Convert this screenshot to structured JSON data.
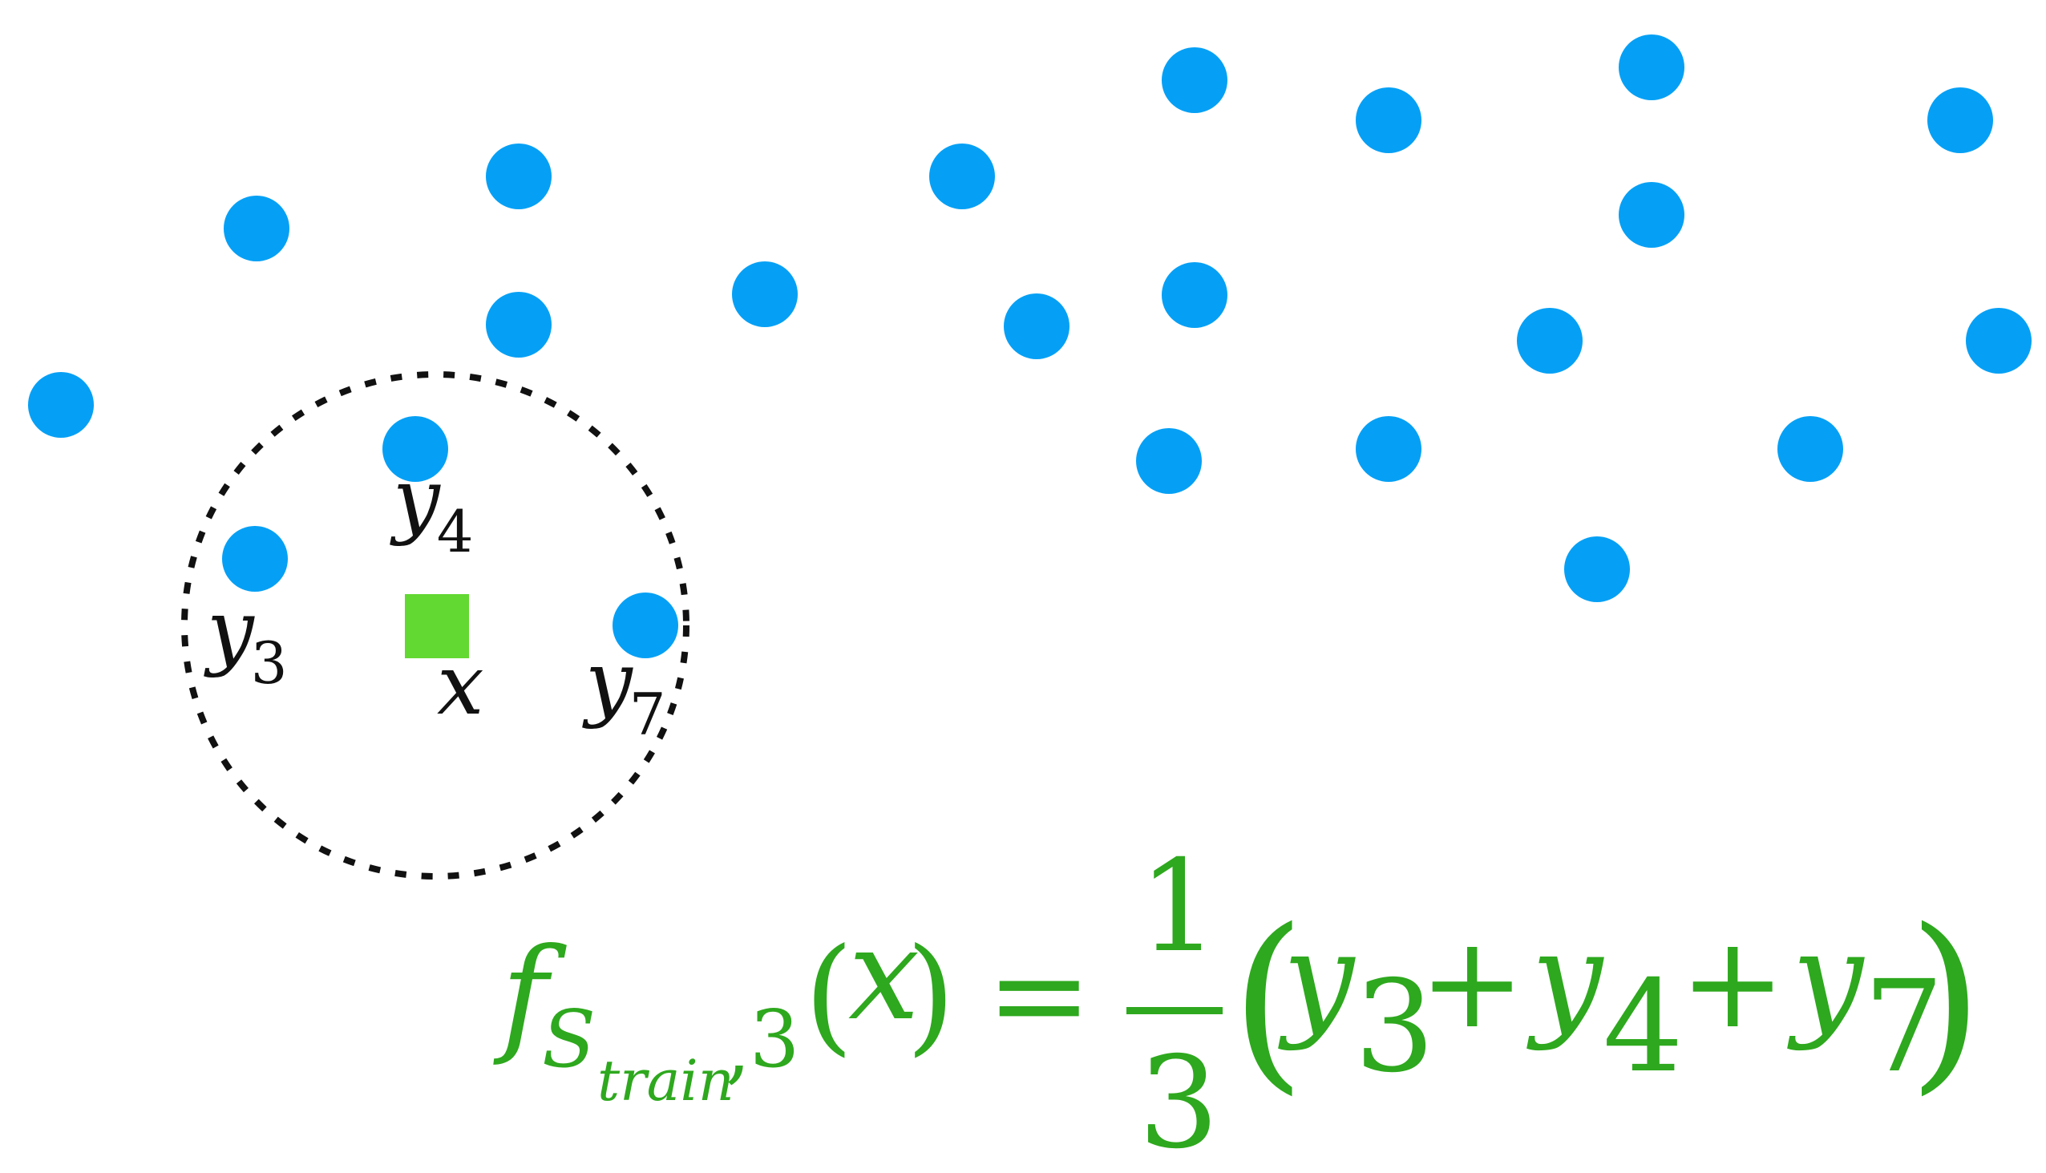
{
  "colors": {
    "point": "#05a0f5",
    "query": "#62d832",
    "formula": "#2ea81e",
    "label": "#111111",
    "neighborhood": "#111111"
  },
  "labels": {
    "y3": {
      "base": "y",
      "sub": "3"
    },
    "y4": {
      "base": "y",
      "sub": "4"
    },
    "y7": {
      "base": "y",
      "sub": "7"
    },
    "x": "x"
  },
  "formula": {
    "f": "f",
    "S": "S",
    "train": "train",
    "comma": ",",
    "k": "3",
    "lparen": "(",
    "arg": "x",
    "rparen": ")",
    "equals": "=",
    "numerator": "1",
    "denominator": "3",
    "big_lparen": "(",
    "big_rparen": ")",
    "terms": [
      {
        "base": "y",
        "sub": "3"
      },
      {
        "base": "y",
        "sub": "4"
      },
      {
        "base": "y",
        "sub": "7"
      }
    ],
    "plus": "+"
  }
}
